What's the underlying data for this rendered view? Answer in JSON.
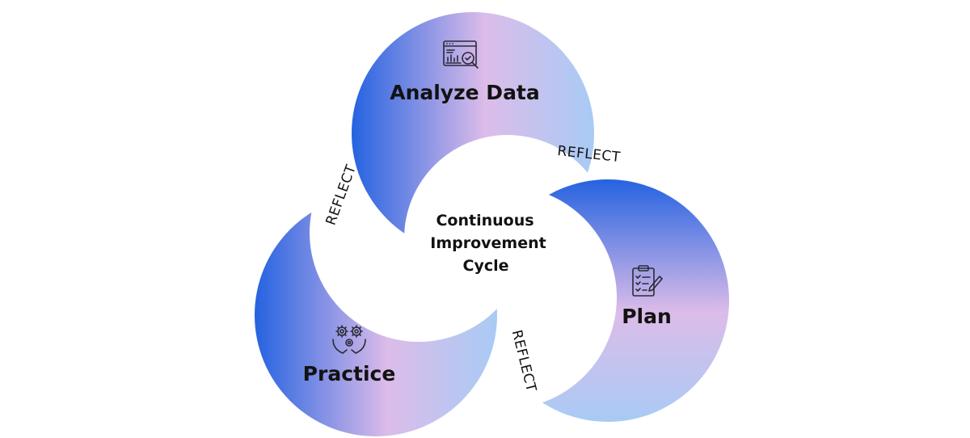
{
  "diagram": {
    "center": {
      "lines": [
        "Continuous",
        "Improvement",
        "Cycle"
      ]
    },
    "stages": [
      {
        "label": "Analyze Data",
        "icon": "data-analysis-icon"
      },
      {
        "label": "Plan",
        "icon": "clipboard-checklist-icon"
      },
      {
        "label": "Practice",
        "icon": "hands-gears-icon"
      }
    ],
    "connectors": [
      {
        "label": "REFLECT"
      },
      {
        "label": "REFLECT"
      },
      {
        "label": "REFLECT"
      }
    ],
    "colors": {
      "gradient_start": "#2563e0",
      "gradient_mid": "#dcbce9",
      "gradient_end": "#a8cbf5",
      "text": "#121212"
    }
  }
}
